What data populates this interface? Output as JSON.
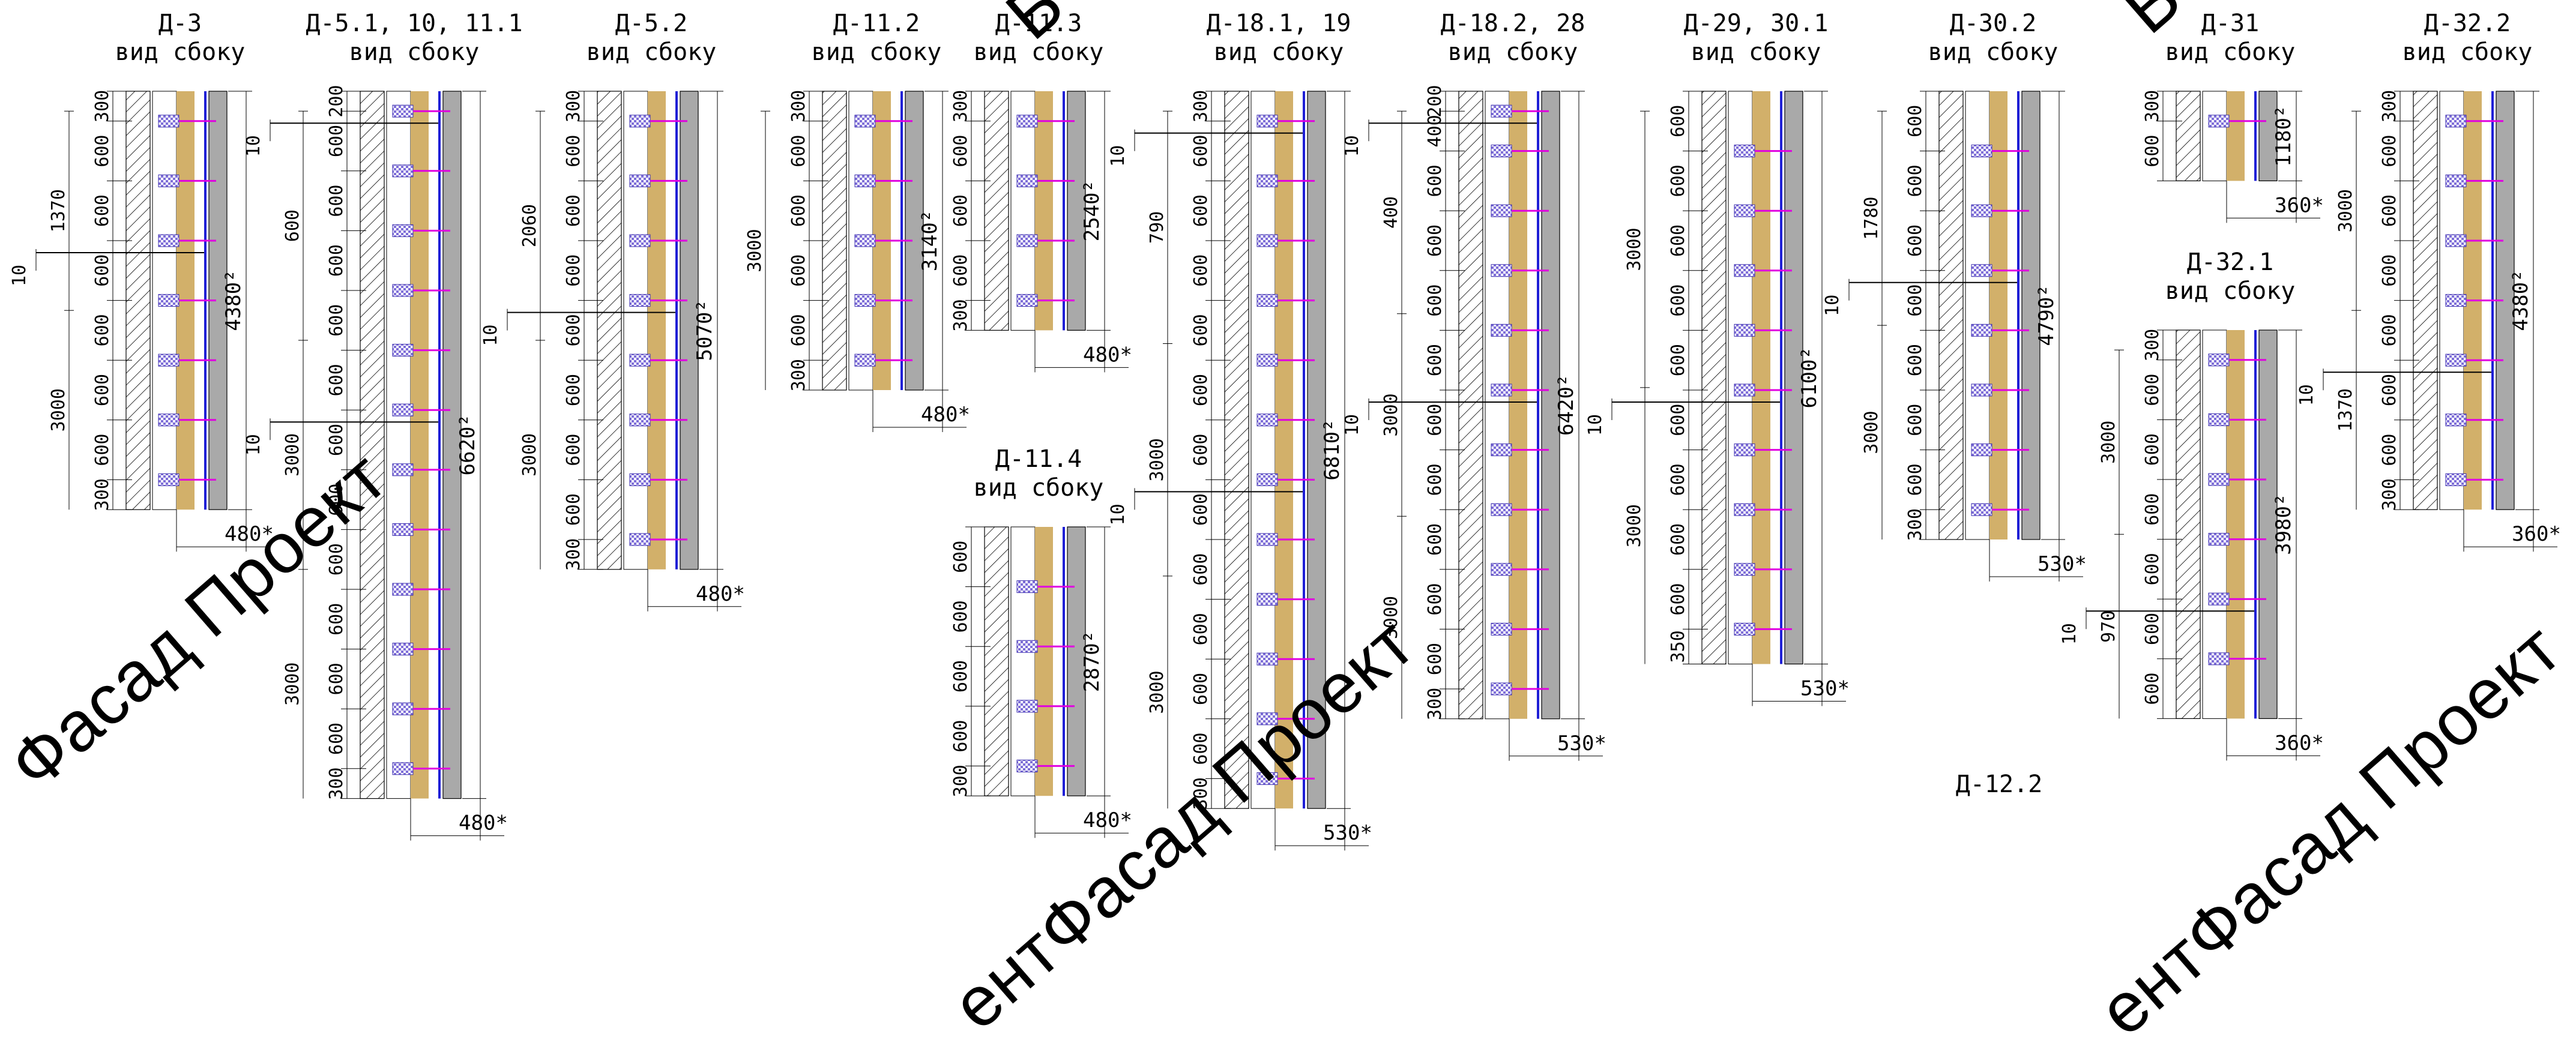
{
  "watermarks": [
    "Фасад Проект",
    "ентФасад Проект",
    "ентФасад Проект",
    "Б",
    "В"
  ],
  "colors": {
    "line": "#000000",
    "wood": "#d2b06a",
    "panel": "#a9a9a9",
    "blue": "#1f1fd6",
    "magenta": "#e000e0",
    "bracket": "#7f6fd8",
    "pink": "#f08fd0"
  },
  "details": [
    {
      "id": "d3",
      "title": "Д-3",
      "subtitle": "вид сбоку",
      "segments": [
        "300",
        "600",
        "600",
        "600",
        "600",
        "600",
        "600",
        "300"
      ],
      "outer": [
        "1370",
        "3000"
      ],
      "tabs": [
        "10"
      ],
      "area": "4380²",
      "width": "480*"
    },
    {
      "id": "d51",
      "title": "Д-5.1, 10, 11.1",
      "subtitle": "вид сбоку",
      "segments": [
        "200",
        "600",
        "600",
        "600",
        "600",
        "600",
        "600",
        "600",
        "600",
        "600",
        "600",
        "600",
        "300"
      ],
      "outer": [
        "600",
        "3000",
        "3000"
      ],
      "tabs": [
        "10",
        "10"
      ],
      "area": "6620²",
      "width": "480*"
    },
    {
      "id": "d52",
      "title": "Д-5.2",
      "subtitle": "вид сбоку",
      "segments": [
        "300",
        "600",
        "600",
        "600",
        "600",
        "600",
        "600",
        "600",
        "300"
      ],
      "outer": [
        "2060",
        "3000"
      ],
      "tabs": [
        "10"
      ],
      "area": "5070²",
      "width": "480*"
    },
    {
      "id": "d112",
      "title": "Д-11.2",
      "subtitle": "вид сбоку",
      "segments": [
        "300",
        "600",
        "600",
        "600",
        "600",
        "300"
      ],
      "outer": [
        "3000"
      ],
      "tabs": [],
      "area": "3140²",
      "width": "480*"
    },
    {
      "id": "d113",
      "title": "Д-11.3",
      "subtitle": "вид сбоку",
      "segments": [
        "300",
        "600",
        "600",
        "600",
        "300"
      ],
      "outer": [],
      "tabs": [],
      "area": "2540²",
      "width": "480*"
    },
    {
      "id": "d114",
      "title": "Д-11.4",
      "subtitle": "вид сбоку",
      "segments": [
        "600",
        "600",
        "600",
        "600",
        "300"
      ],
      "outer": [],
      "tabs": [],
      "area": "2870²",
      "width": "480*"
    },
    {
      "id": "d181",
      "title": "Д-18.1, 19",
      "subtitle": "вид сбоку",
      "segments": [
        "300",
        "600",
        "600",
        "600",
        "600",
        "600",
        "600",
        "600",
        "600",
        "600",
        "600",
        "600",
        "300"
      ],
      "outer": [
        "790",
        "3000",
        "3000"
      ],
      "tabs": [
        "10",
        "10"
      ],
      "area": "6810²",
      "width": "530*"
    },
    {
      "id": "d182",
      "title": "Д-18.2, 28",
      "subtitle": "вид сбоку",
      "segments": [
        "200",
        "400",
        "600",
        "600",
        "600",
        "600",
        "600",
        "600",
        "600",
        "600",
        "600",
        "300"
      ],
      "outer": [
        "400",
        "3000",
        "3000"
      ],
      "tabs": [
        "10",
        "10"
      ],
      "area": "6420²",
      "width": "530*"
    },
    {
      "id": "d29",
      "title": "Д-29, 30.1",
      "subtitle": "вид сбоку",
      "segments": [
        "600",
        "600",
        "600",
        "600",
        "600",
        "600",
        "600",
        "600",
        "600",
        "350"
      ],
      "outer": [
        "3000",
        "3000"
      ],
      "tabs": [
        "10"
      ],
      "area": "6100²",
      "width": "530*"
    },
    {
      "id": "d302",
      "title": "Д-30.2",
      "subtitle": "вид сбоку",
      "segments": [
        "600",
        "600",
        "600",
        "600",
        "600",
        "600",
        "600",
        "300"
      ],
      "outer": [
        "1780",
        "3000"
      ],
      "tabs": [
        "10"
      ],
      "area": "4790²",
      "width": "530*"
    },
    {
      "id": "d31",
      "title": "Д-31",
      "subtitle": "вид сбоку",
      "segments": [
        "300",
        "600"
      ],
      "outer": [],
      "tabs": [],
      "area": "1180²",
      "width": "360*"
    },
    {
      "id": "d321",
      "title": "Д-32.1",
      "subtitle": "вид сбоку",
      "segments": [
        "300",
        "600",
        "600",
        "600",
        "600",
        "600",
        "600"
      ],
      "outer": [
        "3000",
        "970"
      ],
      "tabs": [
        "10"
      ],
      "area": "3980²",
      "width": "360*"
    },
    {
      "id": "d322",
      "title": "Д-32.2",
      "subtitle": "вид сбоку",
      "segments": [
        "300",
        "600",
        "600",
        "600",
        "600",
        "600",
        "600",
        "300"
      ],
      "outer": [
        "3000",
        "1370"
      ],
      "tabs": [
        "10"
      ],
      "area": "4380²",
      "width": "360*"
    },
    {
      "id": "d122",
      "title": "Д-12.2",
      "subtitle": "",
      "segments": [],
      "outer": [],
      "tabs": [],
      "area": "",
      "width": ""
    }
  ]
}
